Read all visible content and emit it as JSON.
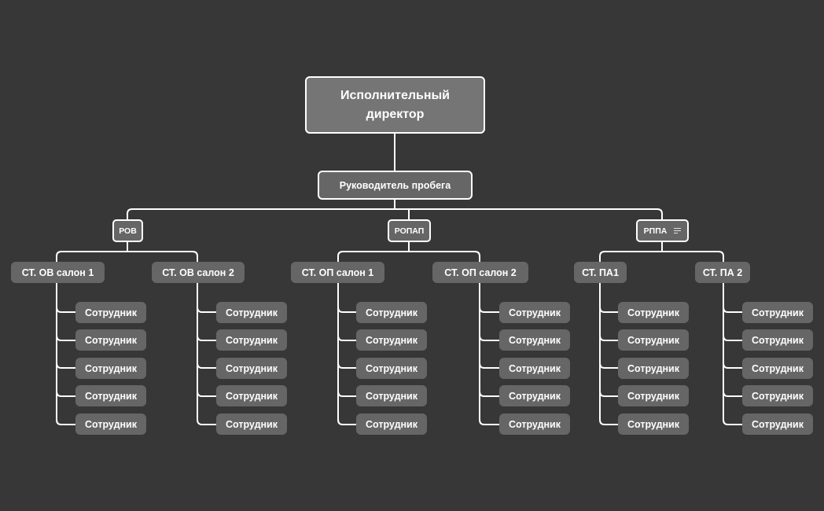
{
  "root": {
    "label": "Исполнительный директор"
  },
  "head": {
    "label": "Руководитель пробега"
  },
  "departments": [
    {
      "label": "РОВ",
      "has_note": false,
      "teams": [
        {
          "label": "СТ. ОВ салон 1",
          "employees": [
            "Сотрудник",
            "Сотрудник",
            "Сотрудник",
            "Сотрудник",
            "Сотрудник"
          ]
        },
        {
          "label": "СТ. ОВ салон 2",
          "employees": [
            "Сотрудник",
            "Сотрудник",
            "Сотрудник",
            "Сотрудник",
            "Сотрудник"
          ]
        }
      ]
    },
    {
      "label": "РОПАП",
      "has_note": false,
      "teams": [
        {
          "label": "СТ. ОП салон 1",
          "employees": [
            "Сотрудник",
            "Сотрудник",
            "Сотрудник",
            "Сотрудник",
            "Сотрудник"
          ]
        },
        {
          "label": "СТ. ОП салон 2",
          "employees": [
            "Сотрудник",
            "Сотрудник",
            "Сотрудник",
            "Сотрудник",
            "Сотрудник"
          ]
        }
      ]
    },
    {
      "label": "РППА",
      "has_note": true,
      "note_icon": "note-icon",
      "teams": [
        {
          "label": "СТ. ПА1",
          "employees": [
            "Сотрудник",
            "Сотрудник",
            "Сотрудник",
            "Сотрудник",
            "Сотрудник"
          ]
        },
        {
          "label": "СТ. ПА 2",
          "employees": [
            "Сотрудник",
            "Сотрудник",
            "Сотрудник",
            "Сотрудник",
            "Сотрудник"
          ]
        }
      ]
    }
  ],
  "colors": {
    "background": "#373737",
    "node_fill": "#666666",
    "root_fill": "#757575",
    "line": "#ffffff",
    "text": "#ffffff"
  }
}
